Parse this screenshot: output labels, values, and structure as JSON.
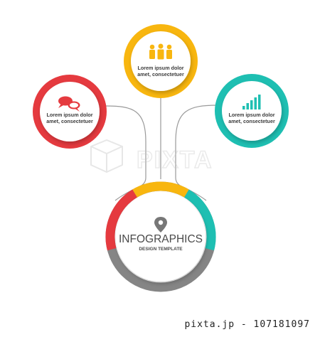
{
  "colors": {
    "red": "#e53a3f",
    "yellow": "#f8b60f",
    "teal": "#1ebfb2",
    "gray": "#858585",
    "line": "#9a9a9a",
    "text": "#3d3d3d"
  },
  "watermark": "PIXTA",
  "items": [
    {
      "icon": "speech-bubbles-icon",
      "line1": "Lorem ipsum dolor",
      "line2": "amet, consectetuer"
    },
    {
      "icon": "people-group-icon",
      "line1": "Lorem ipsum dolor",
      "line2": "amet, consectetuer"
    },
    {
      "icon": "bar-chart-icon",
      "line1": "Lorem ipsum dolor",
      "line2": "amet, consectetuer"
    }
  ],
  "hub": {
    "icon": "location-pin-icon",
    "title": "INFOGRAPHICS",
    "subtitle": "DESIGN TEMPLATE"
  },
  "footer": "pixta.jp - 107181097"
}
